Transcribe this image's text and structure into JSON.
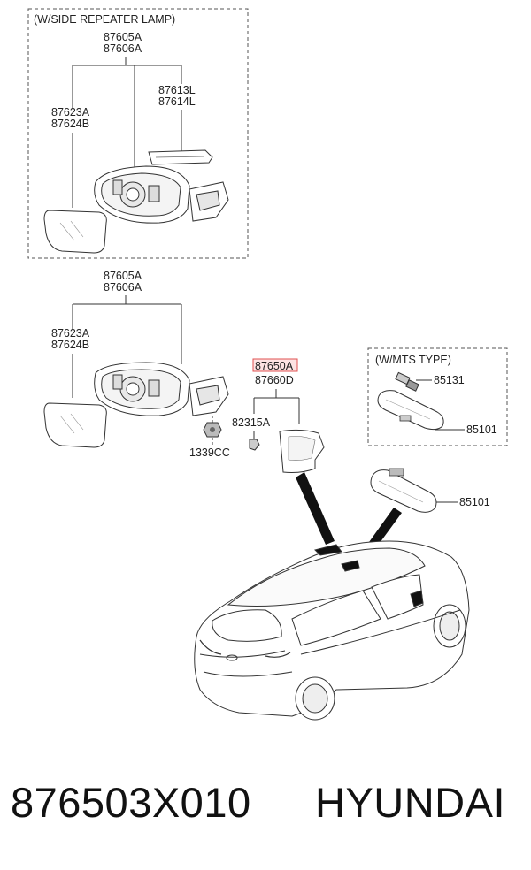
{
  "boxes": {
    "side_repeater": {
      "title": "(W/SIDE REPEATER LAMP)"
    },
    "mts": {
      "title": "(W/MTS TYPE)"
    }
  },
  "labels": {
    "top_mirror_assy_a": "87605A",
    "top_mirror_assy_b": "87606A",
    "top_lamp_l": "87613L",
    "top_lamp_r": "87614L",
    "top_glass_a": "87623A",
    "top_glass_b": "87624B",
    "mid_mirror_assy_a": "87605A",
    "mid_mirror_assy_b": "87606A",
    "mid_glass_a": "87623A",
    "mid_glass_b": "87624B",
    "nut": "1339CC",
    "cover_highlighted": "87650A",
    "cover_b": "87660D",
    "clip": "82315A",
    "mts_part": "85131",
    "mts_inner_mirror": "85101",
    "inner_mirror": "85101"
  },
  "colors": {
    "highlight_border": "#e05050",
    "highlight_fill": "#fde3e3",
    "line": "#333333"
  },
  "footer": {
    "part_number": "876503X010",
    "brand": "HYUNDAI"
  }
}
